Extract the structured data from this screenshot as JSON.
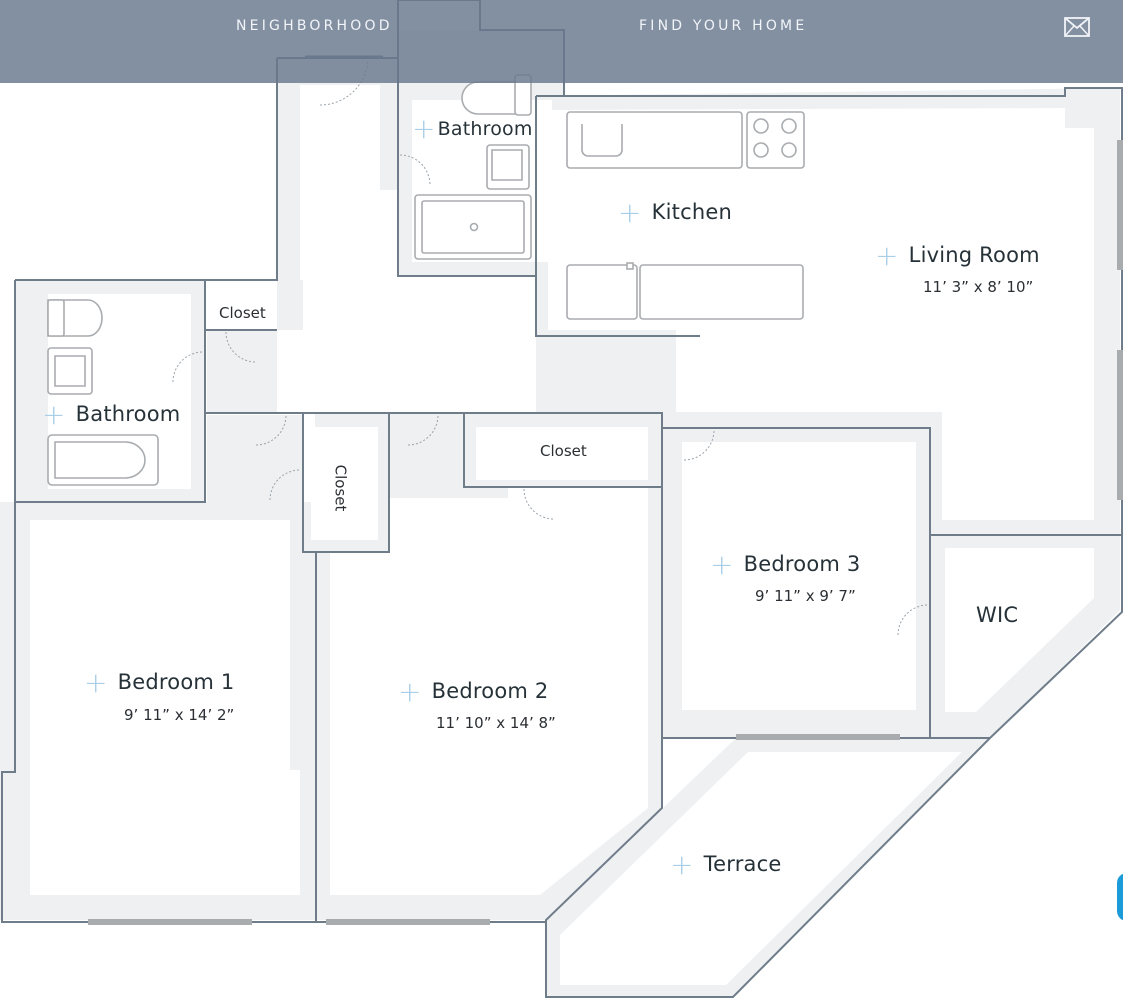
{
  "nav": {
    "neighborhood": "NEIGHBORHOOD",
    "find_home": "FIND YOUR HOME",
    "mail_icon": "envelope-icon"
  },
  "rooms": {
    "bathroom_top": "Bathroom",
    "kitchen": "Kitchen",
    "living_room": "Living Room",
    "living_room_dims": "11’ 3” x 8’ 10”",
    "bathroom_left": "Bathroom",
    "closet_top": "Closet",
    "closet_vertical": "Closet",
    "closet_mid": "Closet",
    "bedroom1": "Bedroom 1",
    "bedroom1_dims": "9’ 11” x 14’ 2”",
    "bedroom2": "Bedroom 2",
    "bedroom2_dims": "11’ 10” x 14’ 8”",
    "bedroom3": "Bedroom 3",
    "bedroom3_dims": "9’ 11” x 9’ 7”",
    "wic": "WIC",
    "terrace": "Terrace"
  },
  "colors": {
    "wall_line": "#6f7d8a",
    "wall_fill": "#eef0f2",
    "window": "#a9acaf",
    "plus": "#a9cfe8",
    "header": "#68778c"
  }
}
